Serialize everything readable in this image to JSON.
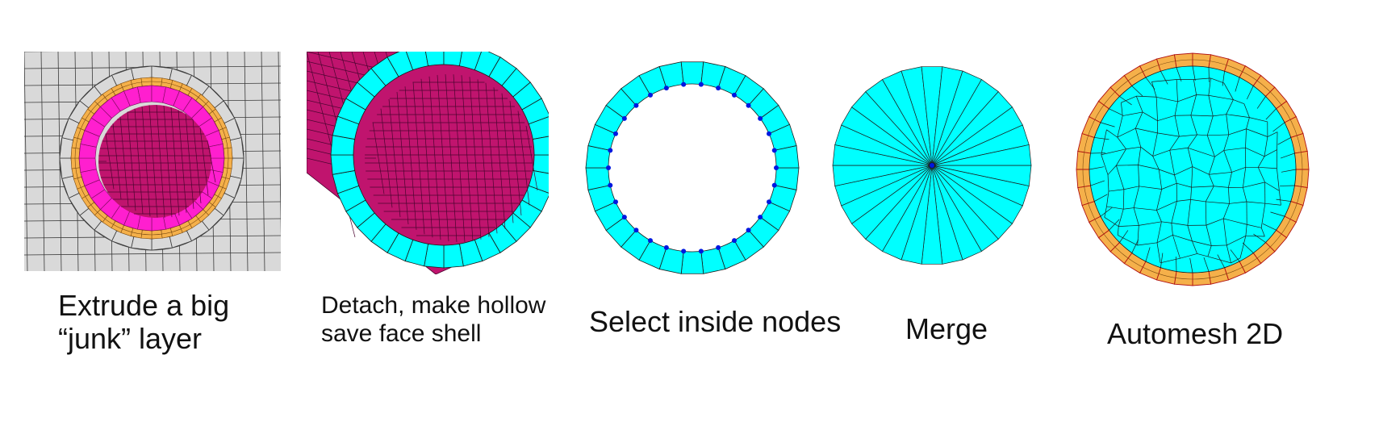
{
  "colors": {
    "grey_mesh": "#d9d9d9",
    "pink_bright": "#ff1fcf",
    "pink_deep": "#c0146e",
    "cyan": "#00ffff",
    "orange": "#f5b04a",
    "node_blue": "#0018e0",
    "edge": "#1a1a1a"
  },
  "steps": [
    {
      "id": "step1",
      "caption": [
        "Extrude a big",
        "“junk” layer"
      ]
    },
    {
      "id": "step2",
      "caption": [
        "Detach, make hollow",
        "save face shell"
      ]
    },
    {
      "id": "step3",
      "caption": [
        "Select inside nodes"
      ]
    },
    {
      "id": "step4",
      "caption": [
        "Merge"
      ]
    },
    {
      "id": "step5",
      "caption": [
        "Automesh 2D"
      ]
    }
  ]
}
